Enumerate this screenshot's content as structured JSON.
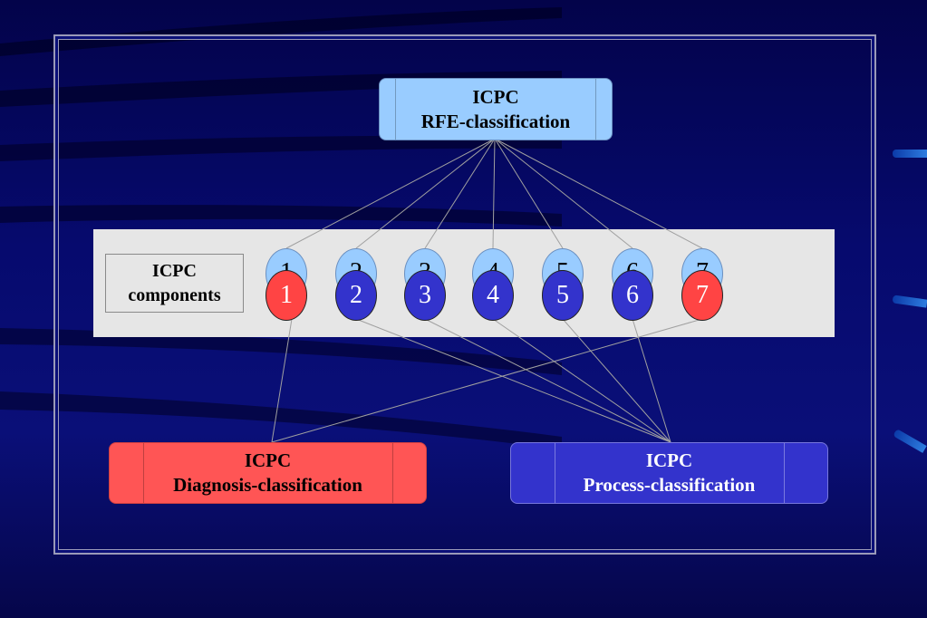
{
  "rfe_box": {
    "line1": "ICPC",
    "line2": "RFE-classification"
  },
  "components_box": {
    "line1": "ICPC",
    "line2": "components"
  },
  "components": [
    {
      "number": "1",
      "color": "red"
    },
    {
      "number": "2",
      "color": "blue"
    },
    {
      "number": "3",
      "color": "blue"
    },
    {
      "number": "4",
      "color": "blue"
    },
    {
      "number": "5",
      "color": "blue"
    },
    {
      "number": "6",
      "color": "blue"
    },
    {
      "number": "7",
      "color": "red"
    }
  ],
  "diagnosis_box": {
    "line1": "ICPC",
    "line2": "Diagnosis-classification"
  },
  "process_box": {
    "line1": "ICPC",
    "line2": "Process-classification"
  },
  "colors": {
    "rfe": "#99ccff",
    "diagnosis": "#ff5555",
    "process": "#3333cc",
    "background": "#0a0f78"
  }
}
